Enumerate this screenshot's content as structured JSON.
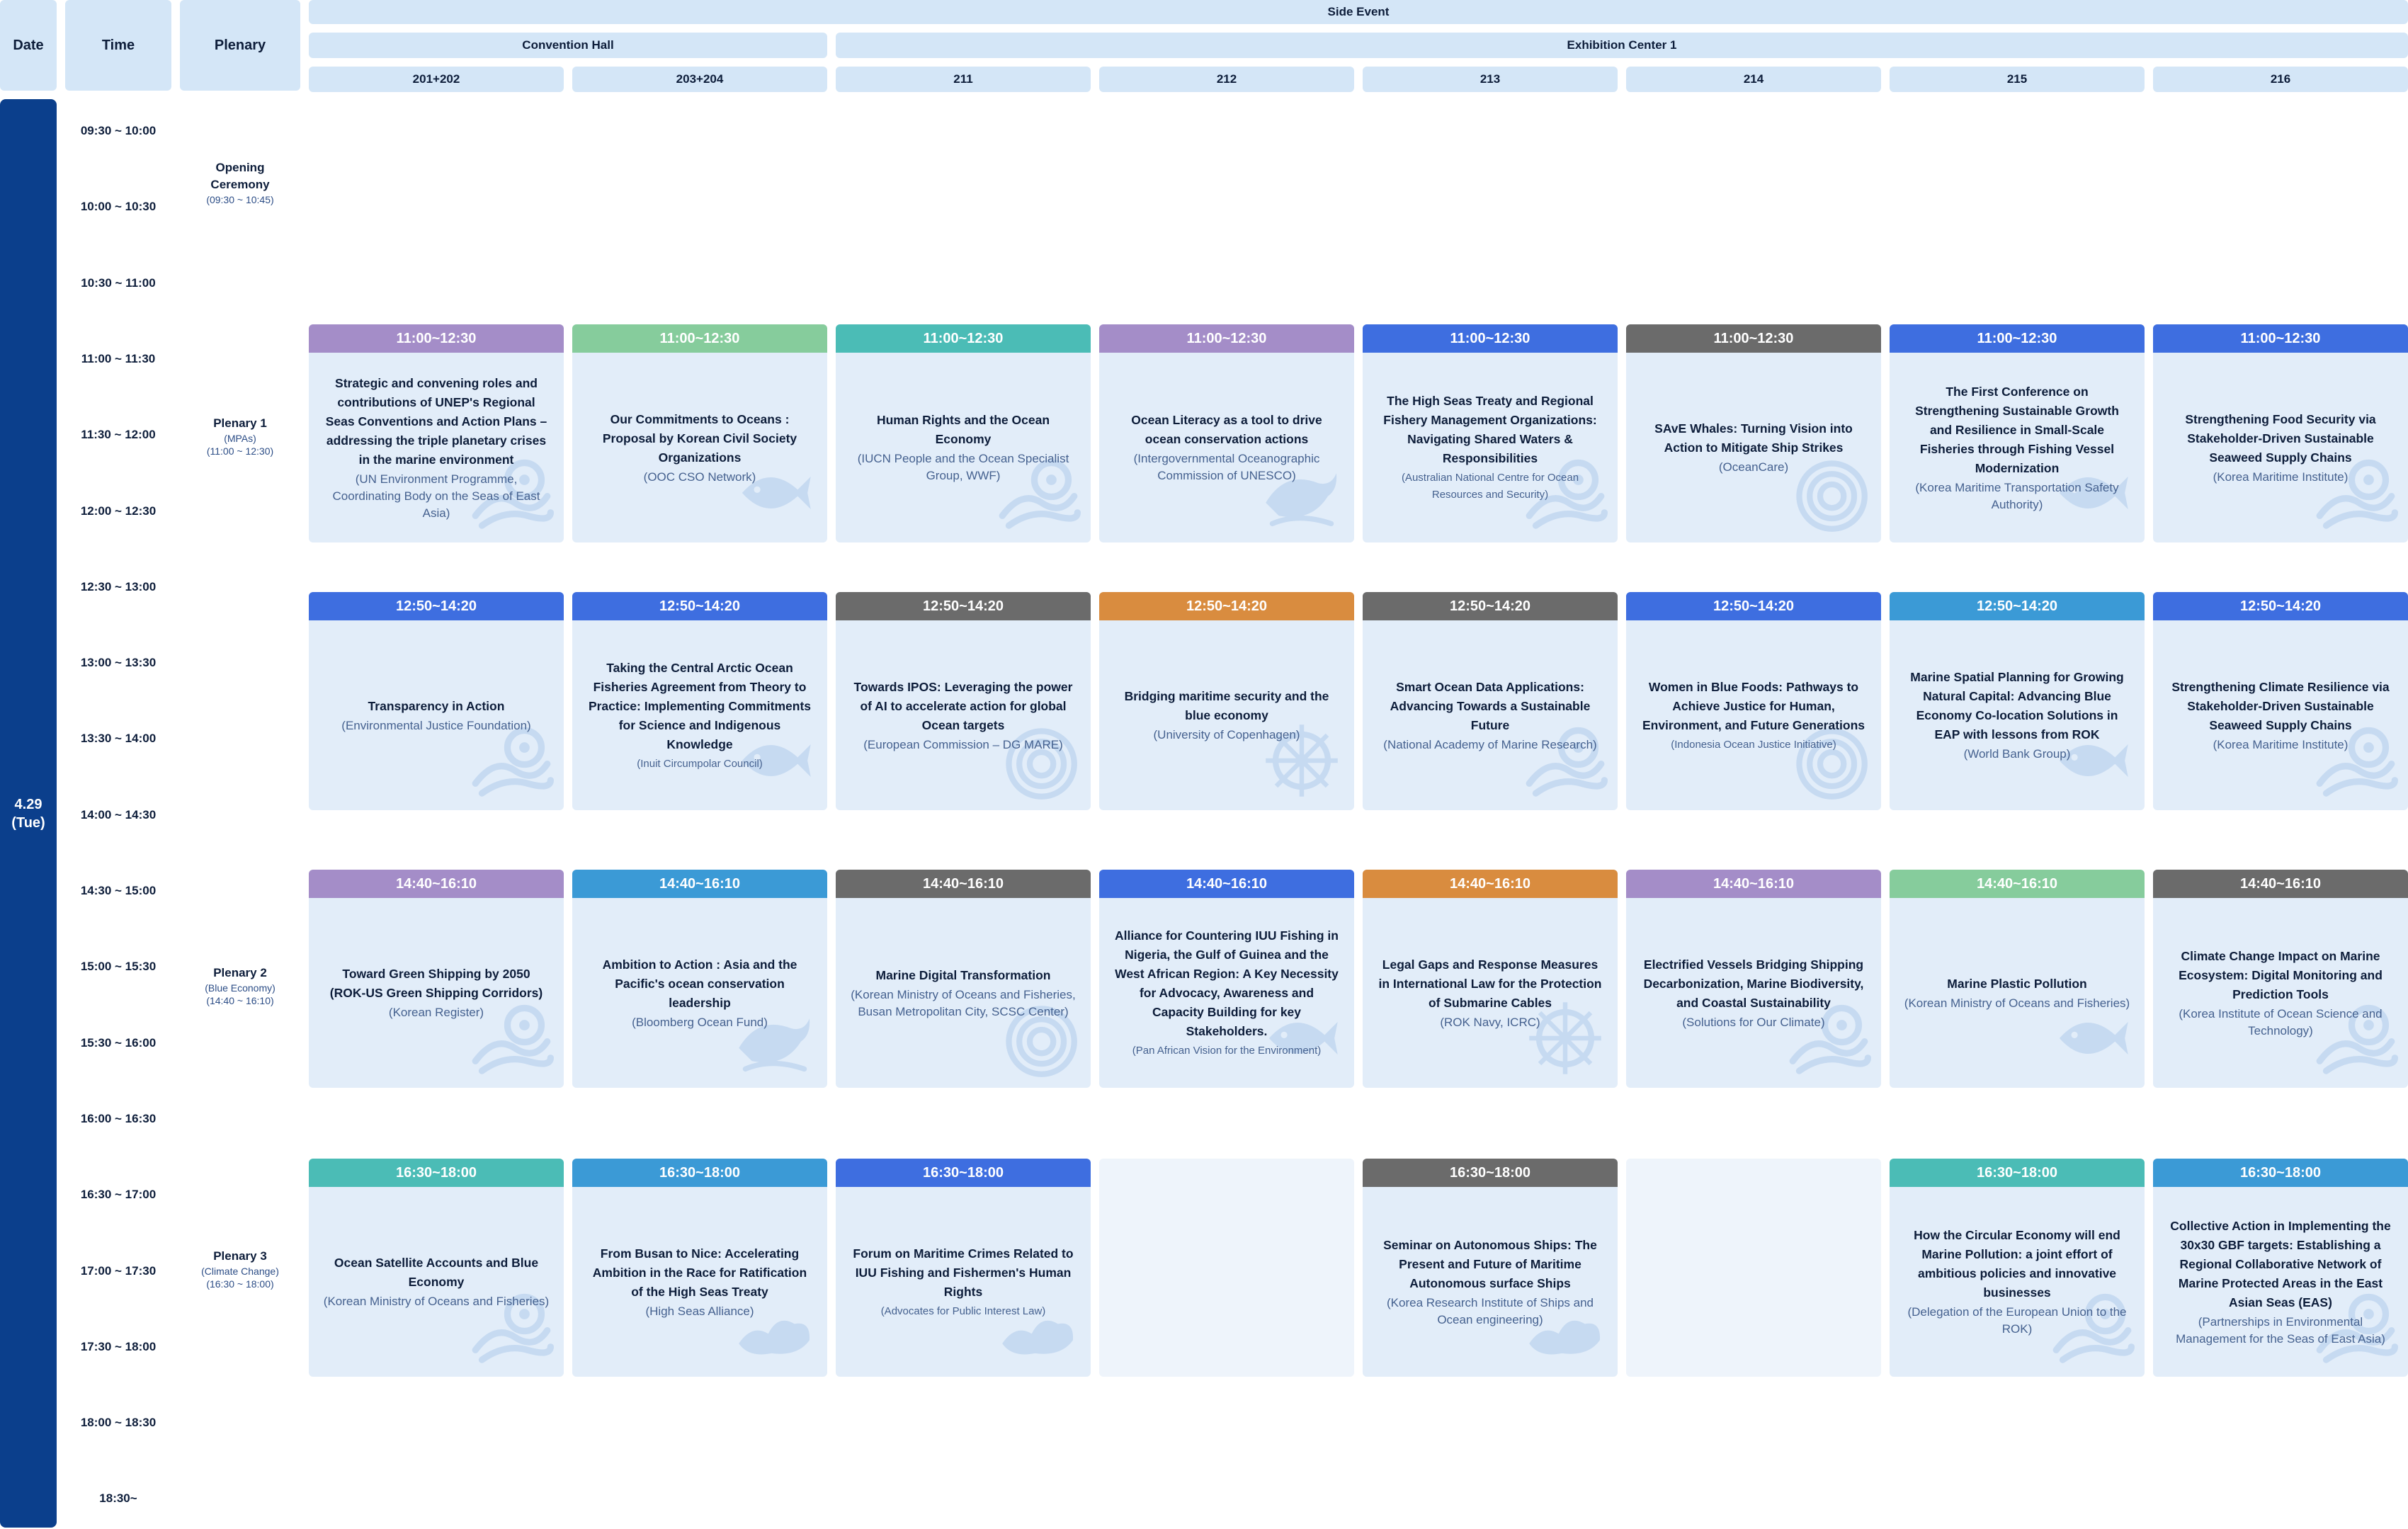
{
  "header": {
    "date": "Date",
    "time": "Time",
    "plenary": "Plenary",
    "side_event": "Side Event",
    "convention_hall": "Convention Hall",
    "exhibition_center": "Exhibition Center 1",
    "rooms": [
      "201+202",
      "203+204",
      "211",
      "212",
      "213",
      "214",
      "215",
      "216"
    ]
  },
  "date_label": "4.29\n(Tue)",
  "times": [
    "09:30 ~ 10:00",
    "10:00 ~ 10:30",
    "10:30 ~ 11:00",
    "11:00 ~ 11:30",
    "11:30 ~ 12:00",
    "12:00 ~ 12:30",
    "12:30 ~ 13:00",
    "13:00 ~ 13:30",
    "13:30 ~ 14:00",
    "14:00 ~ 14:30",
    "14:30 ~ 15:00",
    "15:00 ~ 15:30",
    "15:30 ~ 16:00",
    "16:00 ~ 16:30",
    "16:30 ~ 17:00",
    "17:00 ~ 17:30",
    "17:30 ~ 18:00",
    "18:00 ~ 18:30",
    "18:30~"
  ],
  "plenaries": [
    {
      "title": "Opening\nCeremony",
      "sub": "(09:30 ~ 10:45)"
    },
    {
      "title": "Plenary 1",
      "sub": "(MPAs)\n(11:00 ~ 12:30)"
    },
    {
      "title": "Plenary 2",
      "sub": "(Blue Economy)\n(14:40 ~ 16:10)"
    },
    {
      "title": "Plenary 3",
      "sub": "(Climate Change)\n(16:30 ~ 18:00)"
    }
  ],
  "colors": {
    "purple": "#a48dc8",
    "green": "#86cc9c",
    "teal": "#4bbcb6",
    "blue": "#3e6ee0",
    "gray": "#6b6b6b",
    "orange": "#d98c3f",
    "sky": "#3b9ad6",
    "navy": "#0b3f8c"
  },
  "sessions": [
    [
      {
        "time": "11:00~12:30",
        "color": "purple",
        "title": "Strategic and convening roles and contributions of UNEP's Regional Seas Conventions and Action Plans – addressing the triple planetary crises in the marine environment",
        "org": "(UN Environment Programme, Coordinating Body on the Seas of East Asia)",
        "icon": "wave-swirl-icon"
      },
      {
        "time": "11:00~12:30",
        "color": "green",
        "title": "Our Commitments to Oceans : Proposal by Korean Civil Society Organizations",
        "org": "(OOC CSO Network)",
        "icon": "fish-icon"
      },
      {
        "time": "11:00~12:30",
        "color": "teal",
        "title": "Human Rights and the Ocean Economy",
        "org": "(IUCN People and the Ocean Specialist Group, WWF)",
        "icon": "wave-swirl-icon"
      },
      {
        "time": "11:00~12:30",
        "color": "purple",
        "title": "Ocean Literacy as a tool to drive ocean conservation actions",
        "org": "(Intergovernmental Oceanographic Commission of UNESCO)",
        "icon": "whale-icon"
      },
      {
        "time": "11:00~12:30",
        "color": "blue",
        "title": "The High Seas Treaty and Regional Fishery Management Organizations: Navigating Shared Waters & Responsibilities",
        "org": "(Australian National Centre for Ocean Resources and Security)",
        "org_small": true,
        "icon": "wave-swirl-icon"
      },
      {
        "time": "11:00~12:30",
        "color": "gray",
        "title": "SAvE Whales: Turning Vision into Action to Mitigate Ship Strikes",
        "org": "(OceanCare)",
        "icon": "spiral-icon"
      },
      {
        "time": "11:00~12:30",
        "color": "blue",
        "title": "The First Conference on Strengthening Sustainable Growth and Resilience in Small-Scale Fisheries through Fishing Vessel Modernization",
        "org": "(Korea Maritime Transportation Safety Authority)",
        "icon": "fish-icon"
      },
      {
        "time": "11:00~12:30",
        "color": "blue",
        "title": "Strengthening Food Security via Stakeholder-Driven Sustainable Seaweed Supply Chains",
        "org": "(Korea Maritime Institute)",
        "icon": "wave-swirl-icon"
      }
    ],
    [
      {
        "time": "12:50~14:20",
        "color": "blue",
        "title": "Transparency in Action",
        "org": "(Environmental Justice Foundation)",
        "icon": "wave-swirl-icon"
      },
      {
        "time": "12:50~14:20",
        "color": "blue",
        "title": "Taking the Central Arctic Ocean Fisheries Agreement from Theory to Practice: Implementing Commitments for Science and Indigenous Knowledge",
        "org": "(Inuit Circumpolar Council)",
        "org_small": true,
        "icon": "fish-icon"
      },
      {
        "time": "12:50~14:20",
        "color": "gray",
        "title": "Towards IPOS: Leveraging the power of AI to accelerate action for global Ocean targets",
        "org": "(European Commission – DG MARE)",
        "icon": "spiral-icon"
      },
      {
        "time": "12:50~14:20",
        "color": "orange",
        "title": "Bridging maritime security and the blue economy",
        "org": "(University of Copenhagen)",
        "icon": "helm-icon"
      },
      {
        "time": "12:50~14:20",
        "color": "gray",
        "title": "Smart Ocean Data Applications: Advancing Towards a Sustainable Future",
        "org": "(National Academy of Marine Research)",
        "icon": "wave-swirl-icon"
      },
      {
        "time": "12:50~14:20",
        "color": "blue",
        "title": "Women in Blue Foods: Pathways to Achieve Justice for Human, Environment, and Future Generations",
        "org": "(Indonesia Ocean Justice Initiative)",
        "org_small": true,
        "icon": "spiral-icon"
      },
      {
        "time": "12:50~14:20",
        "color": "sky",
        "title": "Marine Spatial Planning for Growing Natural Capital: Advancing Blue Economy Co-location Solutions in EAP with lessons from ROK",
        "org": "(World Bank Group)",
        "icon": "fish-icon"
      },
      {
        "time": "12:50~14:20",
        "color": "blue",
        "title": "Strengthening Climate Resilience via Stakeholder-Driven Sustainable Seaweed Supply Chains",
        "org": "(Korea Maritime Institute)",
        "icon": "wave-swirl-icon"
      }
    ],
    [
      {
        "time": "14:40~16:10",
        "color": "purple",
        "title": "Toward Green Shipping by 2050 (ROK-US Green Shipping Corridors)",
        "org": "(Korean Register)",
        "icon": "wave-swirl-icon"
      },
      {
        "time": "14:40~16:10",
        "color": "sky",
        "title": "Ambition to Action : Asia and the Pacific's ocean conservation leadership",
        "org": "(Bloomberg Ocean Fund)",
        "icon": "whale-icon"
      },
      {
        "time": "14:40~16:10",
        "color": "gray",
        "title": "Marine Digital Transformation",
        "org": "(Korean Ministry of Oceans and Fisheries, Busan Metropolitan City, SCSC Center)",
        "icon": "spiral-icon"
      },
      {
        "time": "14:40~16:10",
        "color": "blue",
        "title": "Alliance for Countering IUU Fishing in Nigeria, the Gulf of Guinea and the West African Region: A Key Necessity for Advocacy, Awareness and Capacity Building for key Stakeholders.",
        "org": "(Pan African Vision for the Environment)",
        "org_small": true,
        "icon": "fish-icon"
      },
      {
        "time": "14:40~16:10",
        "color": "orange",
        "title": "Legal Gaps and Response Measures in International Law for the Protection of Submarine Cables",
        "org": "(ROK Navy, ICRC)",
        "icon": "helm-icon"
      },
      {
        "time": "14:40~16:10",
        "color": "purple",
        "title": "Electrified Vessels Bridging Shipping Decarbonization, Marine Biodiversity, and Coastal Sustainability",
        "org": "(Solutions for Our Climate)",
        "icon": "wave-swirl-icon"
      },
      {
        "time": "14:40~16:10",
        "color": "green",
        "title": "Marine Plastic Pollution",
        "org": "(Korean Ministry of Oceans and Fisheries)",
        "icon": "fish-icon"
      },
      {
        "time": "14:40~16:10",
        "color": "gray",
        "title": "Climate Change Impact on Marine Ecosystem: Digital Monitoring and Prediction Tools",
        "org": "(Korea Institute of Ocean Science and Technology)",
        "icon": "wave-swirl-icon"
      }
    ],
    [
      {
        "time": "16:30~18:00",
        "color": "teal",
        "title": "Ocean Satellite Accounts and Blue Economy",
        "org": "(Korean Ministry of Oceans and Fisheries)",
        "icon": "wave-swirl-icon"
      },
      {
        "time": "16:30~18:00",
        "color": "sky",
        "title": "From Busan to Nice: Accelerating Ambition in the Race for Ratification of the High Seas Treaty",
        "org": "(High Seas Alliance)",
        "icon": "cloud-wave-icon"
      },
      {
        "time": "16:30~18:00",
        "color": "blue",
        "title": "Forum on Maritime Crimes Related to IUU Fishing and Fishermen's Human Rights",
        "org": "(Advocates for Public Interest Law)",
        "org_small": true,
        "icon": "cloud-wave-icon"
      },
      null,
      {
        "time": "16:30~18:00",
        "color": "gray",
        "title": "Seminar on Autonomous Ships: The Present and Future of Maritime Autonomous surface Ships",
        "org": "(Korea Research Institute of Ships and Ocean engineering)",
        "icon": "cloud-wave-icon"
      },
      null,
      {
        "time": "16:30~18:00",
        "color": "teal",
        "title": "How the Circular Economy will end Marine Pollution: a joint effort of ambitious policies and innovative businesses",
        "org": "(Delegation of the European Union to the ROK)",
        "icon": "wave-swirl-icon"
      },
      {
        "time": "16:30~18:00",
        "color": "sky",
        "title": "Collective Action in Implementing the 30x30 GBF targets: Establishing a Regional Collaborative Network of Marine Protected Areas in the East Asian Seas (EAS)",
        "org": "(Partnerships in Environmental Management for the Seas of East Asia)",
        "icon": "wave-swirl-icon"
      }
    ]
  ]
}
